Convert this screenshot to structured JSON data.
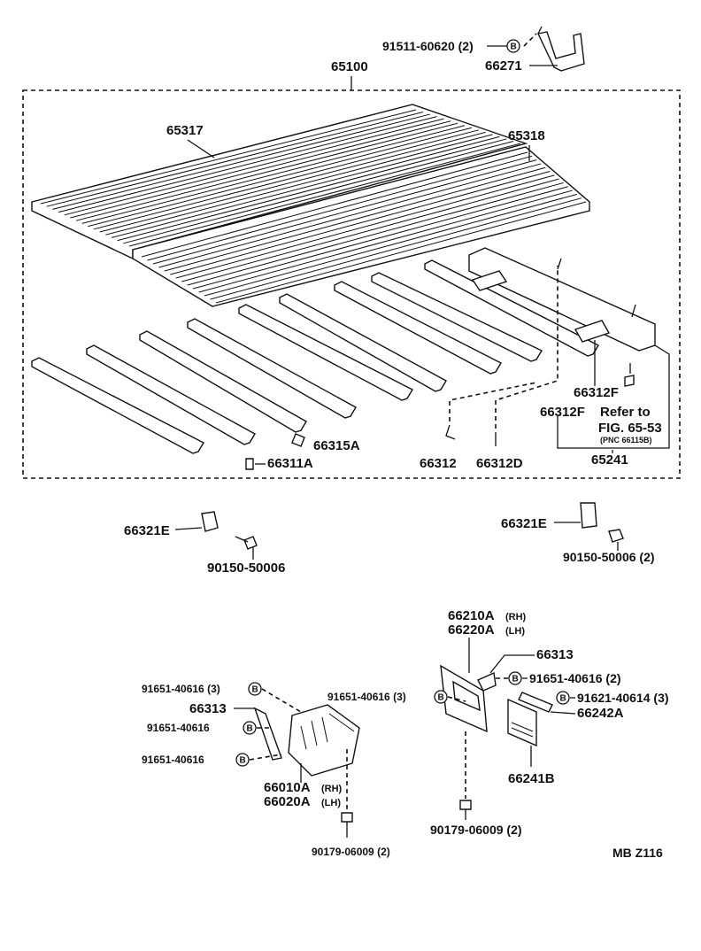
{
  "diagram": {
    "labels": {
      "clip_pn": "91511-60620 (2)",
      "bracket": "66271",
      "bed_assy": "65100",
      "floor_lh": "65317",
      "floor_rh": "65318",
      "sill_clip_a": "66315A",
      "sill_clip": "66311A",
      "rope_hook": "66312",
      "rope_hook_d": "66312D",
      "rope_hook_f1": "66312F",
      "rope_hook_f2": "66312F",
      "refer_line1": "Refer to",
      "refer_line2": "FIG. 65-53",
      "refer_pnc": "(PNC 66115B)",
      "cross_sill": "65241",
      "stop_l": "66321E",
      "bolt_l": "90150-50006",
      "stop_r": "66321E",
      "bolt_r": "90150-50006 (2)",
      "hinge_rh": "66210A",
      "hinge_lh": "66220A",
      "rh": "(RH)",
      "lh": "(LH)",
      "plate_r": "66313",
      "bolt_r1": "91651-40616 (2)",
      "bolt_r2": "91651-40616 (3)",
      "bolt_r3": "91621-40614 (3)",
      "shim": "66242A",
      "pad": "66241B",
      "nut_r": "90179-06009 (2)",
      "bolt_l1": "91651-40616 (3)",
      "plate_l": "66313",
      "bolt_l2": "91651-40616",
      "bolt_l3": "91651-40616",
      "cover_rh": "66010A",
      "cover_lh": "66020A",
      "rh2": "(RH)",
      "lh2": "(LH)",
      "nut_l": "90179-06009 (2)",
      "code": "MB  Z116"
    },
    "badge_letter": "B"
  }
}
